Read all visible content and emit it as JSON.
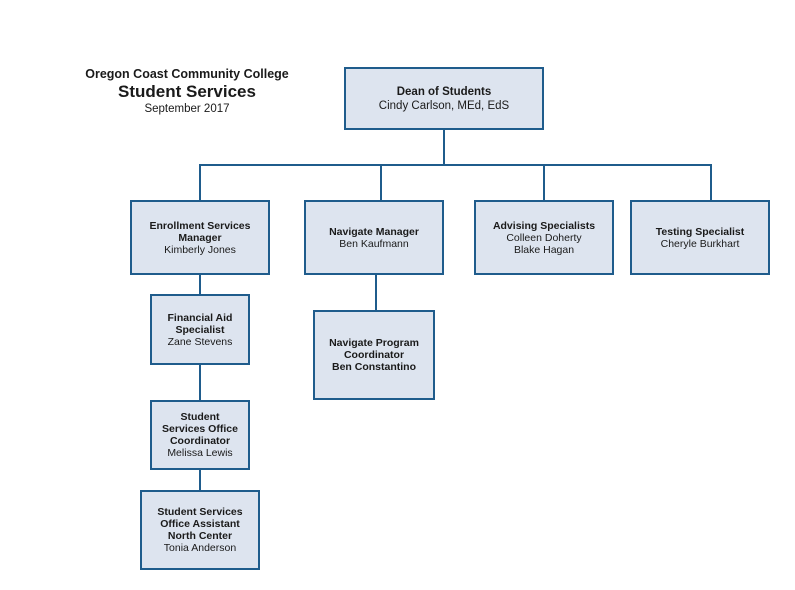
{
  "header": {
    "org": "Oregon Coast Community College",
    "dept": "Student Services",
    "date": "September 2017"
  },
  "nodes": {
    "dean": {
      "title": "Dean of Students",
      "name": "Cindy Carlson, MEd, EdS"
    },
    "enrollment": {
      "title_1": "Enrollment Services",
      "title_2": "Manager",
      "name": "Kimberly Jones"
    },
    "navigate_mgr": {
      "title": "Navigate Manager",
      "name": "Ben Kaufmann"
    },
    "advising": {
      "title": "Advising Specialists",
      "name_1": "Colleen Doherty",
      "name_2": "Blake Hagan"
    },
    "testing": {
      "title": "Testing Specialist",
      "name": "Cheryle Burkhart"
    },
    "finaid": {
      "title_1": "Financial Aid",
      "title_2": "Specialist",
      "name": "Zane Stevens"
    },
    "nav_program": {
      "title_1": "Navigate Program",
      "title_2": "Coordinator",
      "title_3": "Ben Constantino"
    },
    "ss_office_coord": {
      "title_1": "Student",
      "title_2": "Services Office",
      "title_3": "Coordinator",
      "name": "Melissa Lewis"
    },
    "ss_office_asst": {
      "title_1": "Student Services",
      "title_2": "Office Assistant",
      "title_3": "North Center",
      "name": "Tonia Anderson"
    }
  },
  "colors": {
    "border": "#1f5c8c",
    "fill": "#dde4ef"
  }
}
